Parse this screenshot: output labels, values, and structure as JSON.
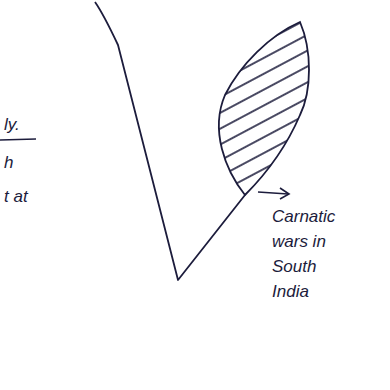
{
  "diagram": {
    "labels": [
      "ly.",
      "h",
      "t at",
      "Carnatic wars in South India"
    ]
  }
}
